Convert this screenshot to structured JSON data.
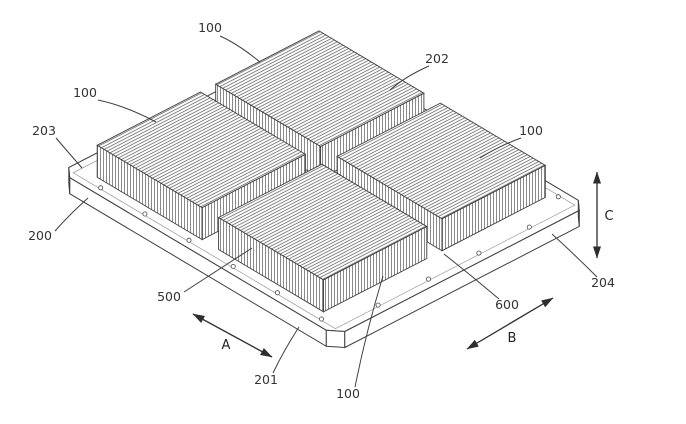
{
  "figure": {
    "reference_labels": {
      "ref100_top": "100",
      "ref100_left": "100",
      "ref100_right": "100",
      "ref100_front": "100",
      "ref200": "200",
      "ref201": "201",
      "ref202": "202",
      "ref203": "203",
      "ref204": "204",
      "ref500": "500",
      "ref600": "600"
    },
    "direction_arrows": {
      "a": "A",
      "b": "B",
      "c": "C"
    },
    "colors": {
      "background": "#ffffff",
      "line": "#3f3f3f",
      "hatch": "#4a4a4a",
      "text": "#333333"
    }
  }
}
